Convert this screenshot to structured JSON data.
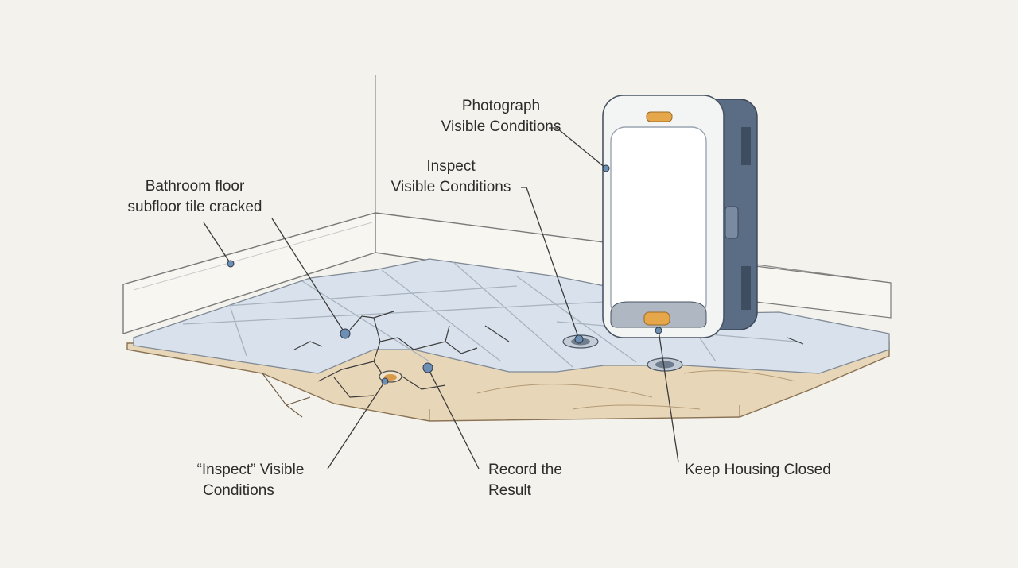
{
  "labels": {
    "photograph": {
      "line1": "Photograph",
      "line2": "Visible Conditions"
    },
    "inspect_top": {
      "line1": "Inspect",
      "line2": "Visible Conditions"
    },
    "bathroom": {
      "line1": "Bathroom floor",
      "line2": "subfloor tile cracked"
    },
    "inspect_quoted": {
      "line1": "“Inspect” Visible",
      "line2": "Conditions"
    },
    "record": {
      "line1": "Record the",
      "line2": "Result"
    },
    "keep_housing": {
      "line1": "Keep Housing Closed"
    }
  },
  "colors": {
    "background": "#f4f2ec",
    "tile": "#d9e2ec",
    "subfloor": "#e8d6b8",
    "device_body": "#f3f4f4",
    "device_side": "#5b6d85",
    "accent_orange": "#e6a64a",
    "leader_dot": "#6d8fb3",
    "ink": "#3a3a3a"
  }
}
